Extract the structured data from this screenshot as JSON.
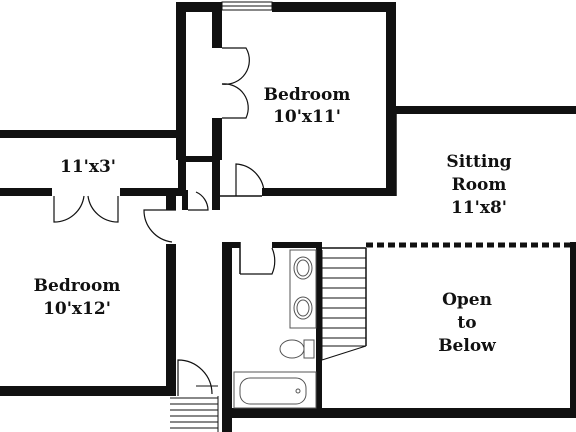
{
  "rooms": {
    "bedroom_top": {
      "name": "Bedroom",
      "size": "10'x11'"
    },
    "closet": {
      "size": "11'x3'"
    },
    "sitting_room": {
      "name_line1": "Sitting",
      "name_line2": "Room",
      "size": "11'x8'"
    },
    "bedroom_left": {
      "name": "Bedroom",
      "size": "10'x12'"
    },
    "open_below": {
      "line1": "Open",
      "line2": "to",
      "line3": "Below"
    }
  },
  "colors": {
    "wall": "#111111",
    "fixture": "#555555",
    "background": "#ffffff"
  }
}
